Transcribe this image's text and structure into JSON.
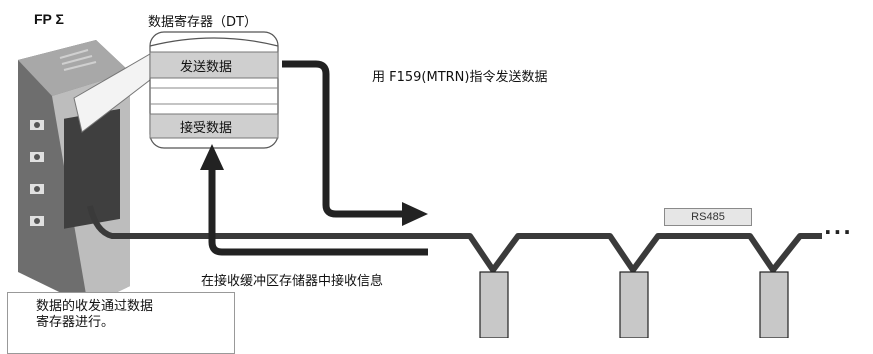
{
  "plc": {
    "label": "FP Σ"
  },
  "data_register": {
    "title": "数据寄存器（DT）",
    "send_row": "发送数据",
    "receive_row": "接受数据"
  },
  "bus": {
    "label": "RS485",
    "ellipsis": "···"
  },
  "annotations": {
    "send_command": "用 F159(MTRN)指令发送数据",
    "receive_note": "在接收缓冲区存储器中接收信息"
  },
  "note": {
    "text": "数据的收发通过数据\n寄存器进行。"
  },
  "colors": {
    "cable": "#3a3a3a",
    "device_fill": "#c8c8c8",
    "row_fill": "#cfcfcf"
  }
}
